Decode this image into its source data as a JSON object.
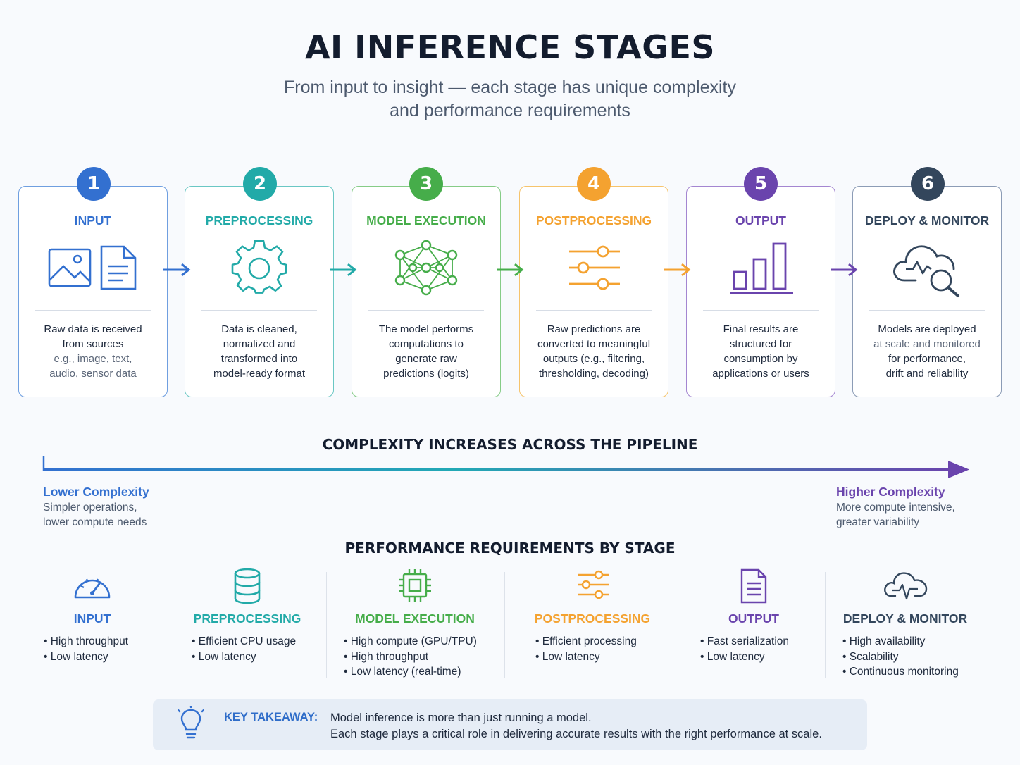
{
  "header": {
    "title": "AI INFERENCE STAGES",
    "subtitle_line1": "From input to insight — each stage has unique complexity",
    "subtitle_line2": "and performance requirements"
  },
  "colors": {
    "input": "#3370d0",
    "preprocessing": "#22aaa8",
    "model_execution": "#46ad4a",
    "postprocessing": "#f4a230",
    "output": "#6a44ad",
    "deploy": "#33465c"
  },
  "stages": [
    {
      "num": "1",
      "name": "INPUT",
      "icon": "image-and-document-icon",
      "desc1": "Raw data is received",
      "desc2": "from sources",
      "desc3": "e.g., image, text,",
      "desc4": "audio, sensor data"
    },
    {
      "num": "2",
      "name": "PREPROCESSING",
      "icon": "gear-icon",
      "desc1": "Data is cleaned,",
      "desc2": "normalized and",
      "desc3": "transformed into",
      "desc4": "model-ready format"
    },
    {
      "num": "3",
      "name": "MODEL EXECUTION",
      "icon": "neural-network-icon",
      "desc1": "The model performs",
      "desc2": "computations to",
      "desc3": "generate raw",
      "desc4": "predictions (logits)"
    },
    {
      "num": "4",
      "name": "POSTPROCESSING",
      "icon": "sliders-icon",
      "desc1": "Raw predictions are",
      "desc2": "converted to meaningful",
      "desc3": "outputs (e.g., filtering,",
      "desc4": "thresholding, decoding)"
    },
    {
      "num": "5",
      "name": "OUTPUT",
      "icon": "bar-chart-icon",
      "desc1": "Final results are",
      "desc2": "structured for",
      "desc3": "consumption by",
      "desc4": "applications or users"
    },
    {
      "num": "6",
      "name": "DEPLOY & MONITOR",
      "icon": "cloud-magnifier-icon",
      "desc1": "Models are deployed",
      "desc2": "at scale and monitored",
      "desc3": "for performance,",
      "desc4": "drift and reliability"
    }
  ],
  "complexity": {
    "title": "COMPLEXITY INCREASES ACROSS THE PIPELINE",
    "low_label": "Lower Complexity",
    "low_sub1": "Simpler operations,",
    "low_sub2": "lower compute needs",
    "high_label": "Higher Complexity",
    "high_sub1": "More compute intensive,",
    "high_sub2": "greater variability"
  },
  "performance": {
    "title": "PERFORMANCE REQUIREMENTS BY STAGE",
    "items": [
      {
        "name": "INPUT",
        "icon": "speedometer-icon",
        "points": [
          "High throughput",
          "Low latency"
        ]
      },
      {
        "name": "PREPROCESSING",
        "icon": "database-icon",
        "points": [
          "Efficient CPU usage",
          "Low latency"
        ]
      },
      {
        "name": "MODEL EXECUTION",
        "icon": "chip-icon",
        "points": [
          "High compute (GPU/TPU)",
          "High throughput",
          "Low latency (real-time)"
        ]
      },
      {
        "name": "POSTPROCESSING",
        "icon": "sliders-icon",
        "points": [
          "Efficient processing",
          "Low latency"
        ]
      },
      {
        "name": "OUTPUT",
        "icon": "document-icon",
        "points": [
          "Fast serialization",
          "Low latency"
        ]
      },
      {
        "name": "DEPLOY & MONITOR",
        "icon": "cloud-pulse-icon",
        "points": [
          "High availability",
          "Scalability",
          "Continuous monitoring"
        ]
      }
    ]
  },
  "takeaway": {
    "label": "KEY TAKEAWAY:",
    "line1": "Model inference is more than just running a model.",
    "line2": "Each stage plays a critical role in delivering accurate results with the right performance at scale."
  }
}
